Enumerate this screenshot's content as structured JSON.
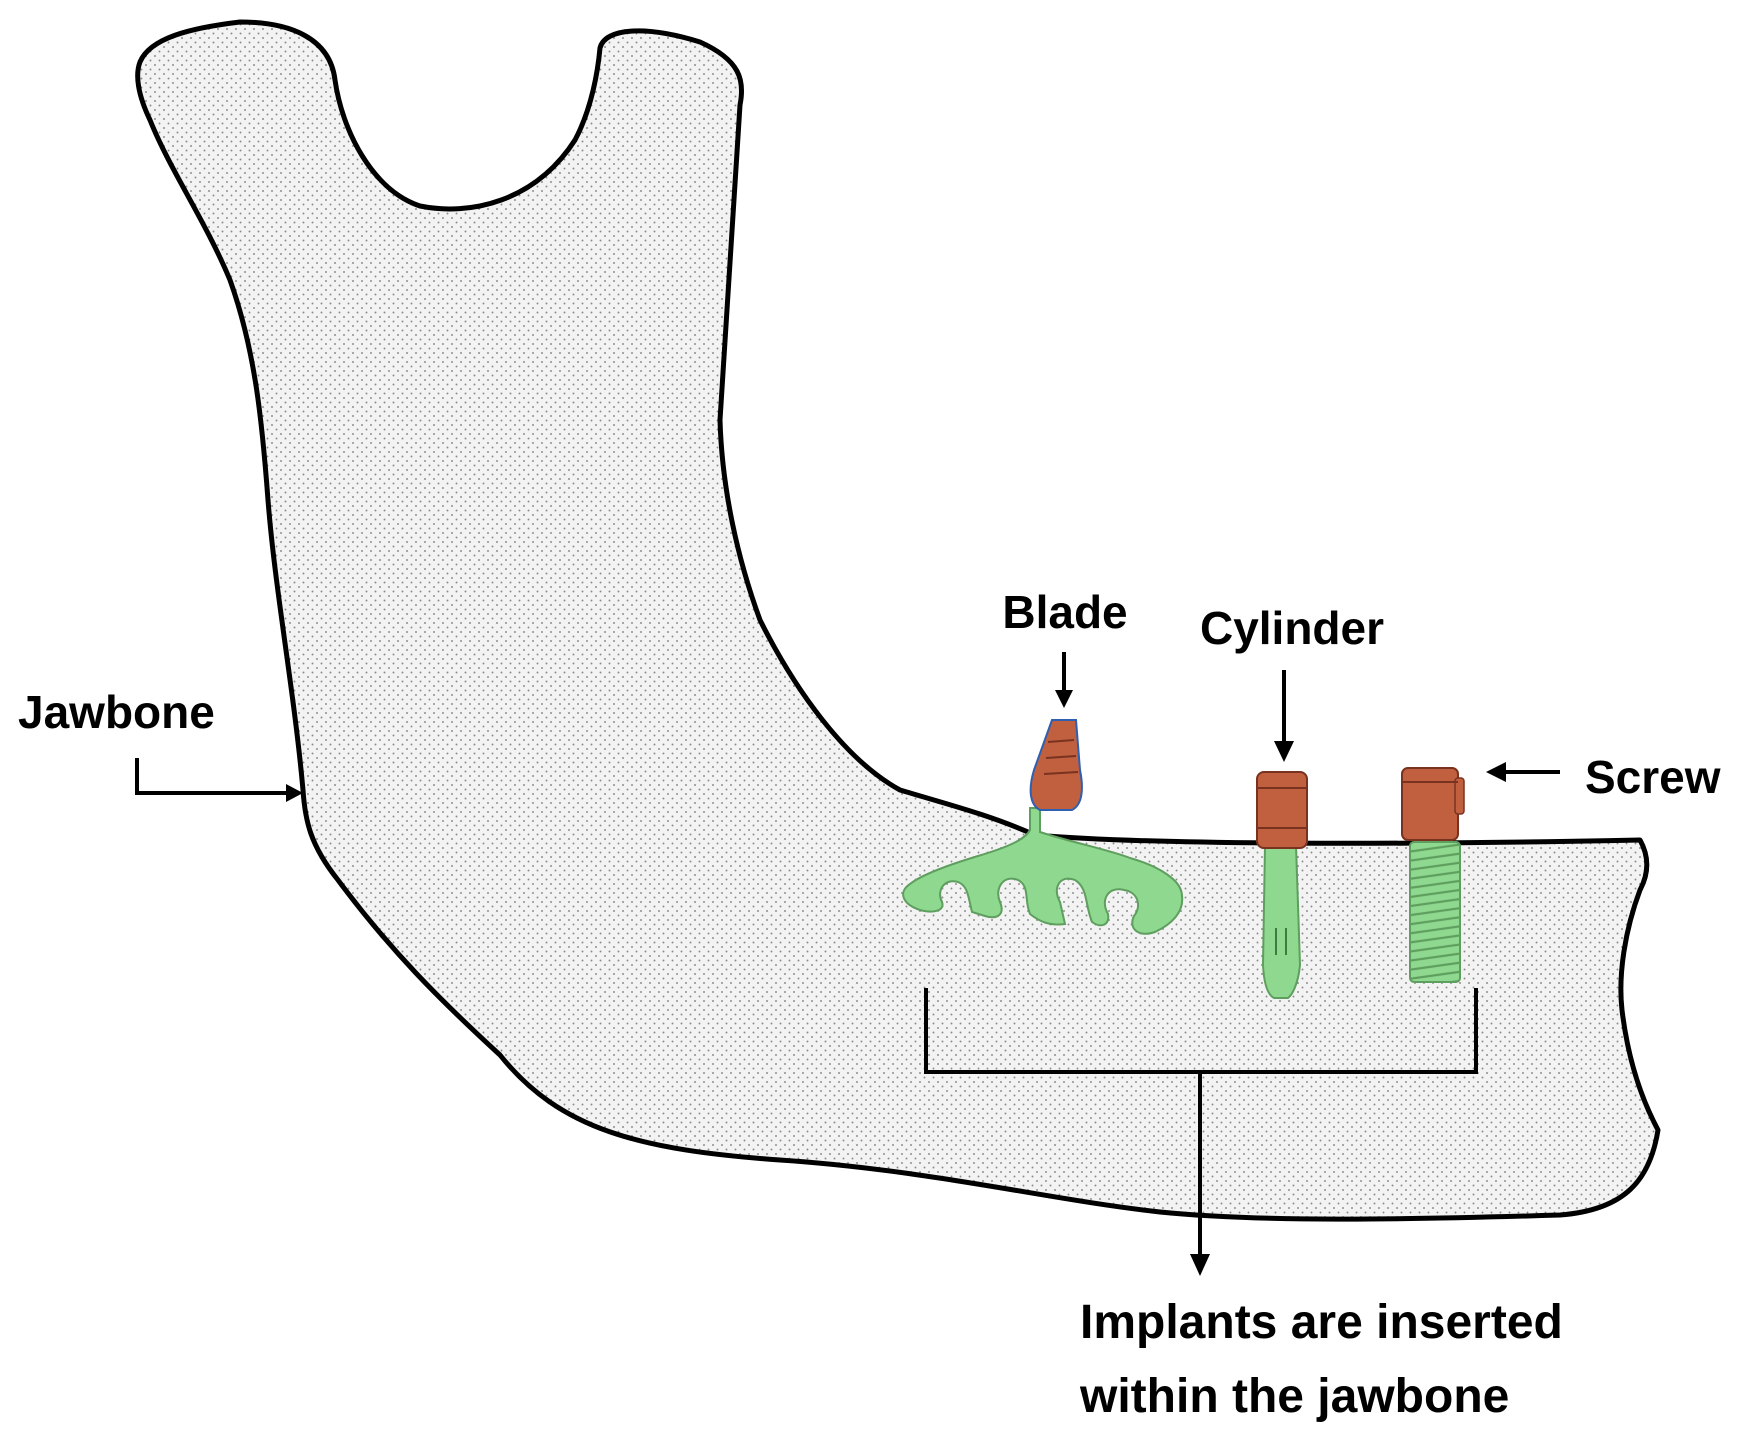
{
  "labels": {
    "jawbone": "Jawbone",
    "blade": "Blade",
    "cylinder": "Cylinder",
    "screw": "Screw",
    "implants_line1": "Implants are inserted",
    "implants_line2": "within the jawbone"
  },
  "colors": {
    "bone_fill": "#f3f3f3",
    "bone_dots": "#8a8a8a",
    "outline": "#000000",
    "abutment": "#c0603f",
    "implant": "#8fd88f",
    "implant_dark": "#5e9e5e"
  }
}
